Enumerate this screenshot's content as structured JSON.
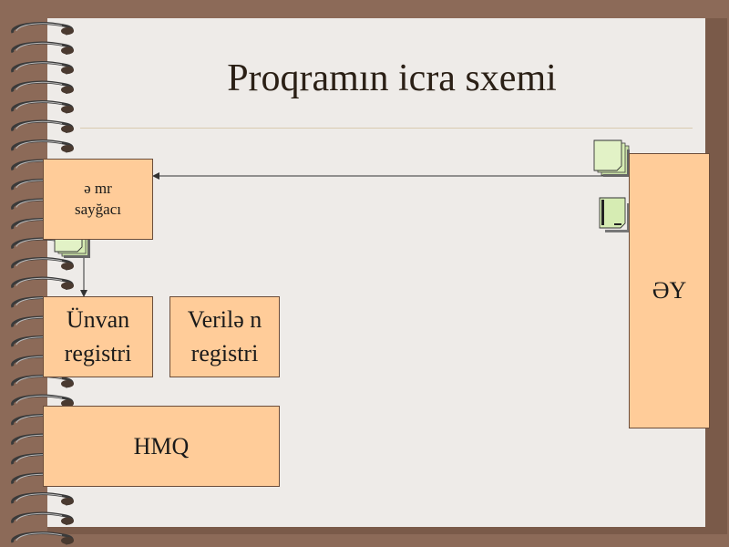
{
  "slide": {
    "title": "Proqramın icra sxemi"
  },
  "blocks": {
    "counter": [
      "ə mr",
      "sayğacı"
    ],
    "address_register": [
      "Ünvan",
      "registri"
    ],
    "data_register": [
      "Verilə n",
      "registri"
    ],
    "control_unit": "HMQ",
    "memory": "ƏY"
  },
  "icons": [
    "spiral-binding",
    "document-stack-icon",
    "single-document-icon"
  ],
  "colors": {
    "background": "#8c6a58",
    "page": "#eeebe8",
    "box_fill": "#ffcc99",
    "document_fill": "#d6ecb3"
  }
}
